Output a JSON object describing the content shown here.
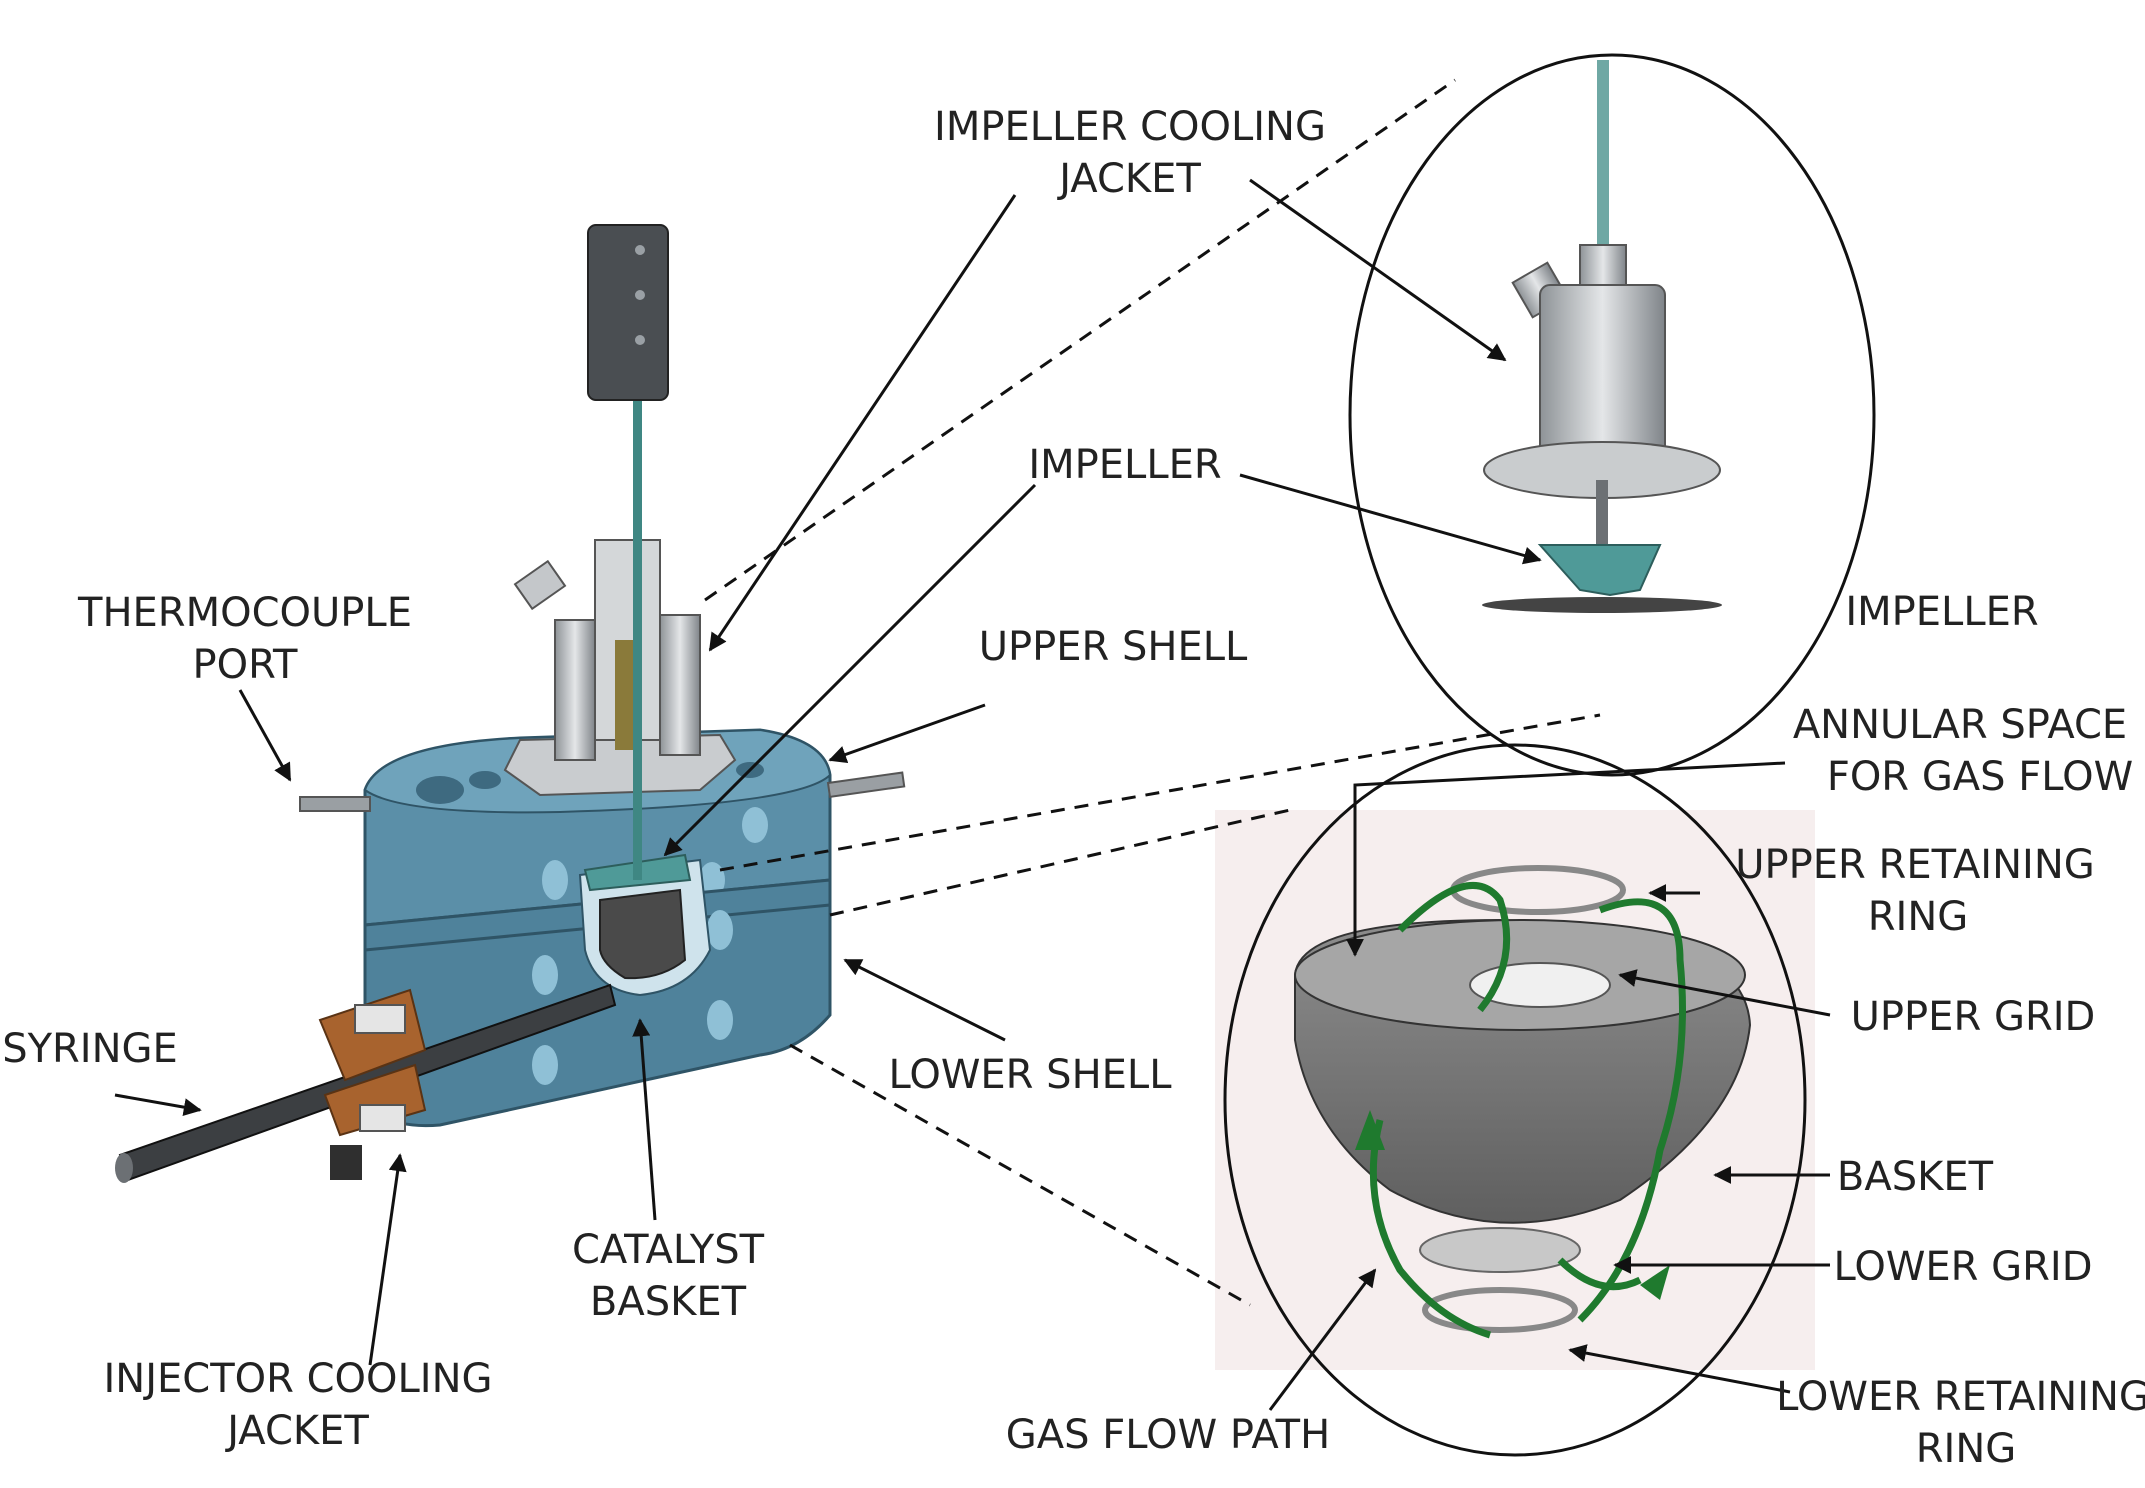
{
  "labels": {
    "impeller_cooling_jacket_1": "IMPELLER COOLING",
    "impeller_cooling_jacket_2": "JACKET",
    "impeller": "IMPELLER",
    "impeller_detail": "IMPELLER",
    "thermocouple_port_1": "THERMOCOUPLE",
    "thermocouple_port_2": "PORT",
    "upper_shell": "UPPER SHELL",
    "annular_space_1": "ANNULAR SPACE",
    "annular_space_2": "FOR GAS FLOW",
    "upper_retaining_ring_1": "UPPER RETAINING",
    "upper_retaining_ring_2": "RING",
    "upper_grid": "UPPER GRID",
    "syringe": "SYRINGE",
    "lower_shell": "LOWER SHELL",
    "basket": "BASKET",
    "catalyst_basket_1": "CATALYST",
    "catalyst_basket_2": "BASKET",
    "lower_grid": "LOWER GRID",
    "injector_cooling_jacket_1": "INJECTOR COOLING",
    "injector_cooling_jacket_2": "JACKET",
    "gas_flow_path": "GAS FLOW PATH",
    "lower_retaining_ring_1": "LOWER RETAINING",
    "lower_retaining_ring_2": "RING"
  },
  "colors": {
    "reactor_body": "#5b8fa8",
    "reactor_dark": "#3e6a80",
    "metal": "#b9bdc0",
    "copper": "#a8632e",
    "gas_flow": "#1f7a2e",
    "impeller_teal": "#4f9a98"
  }
}
